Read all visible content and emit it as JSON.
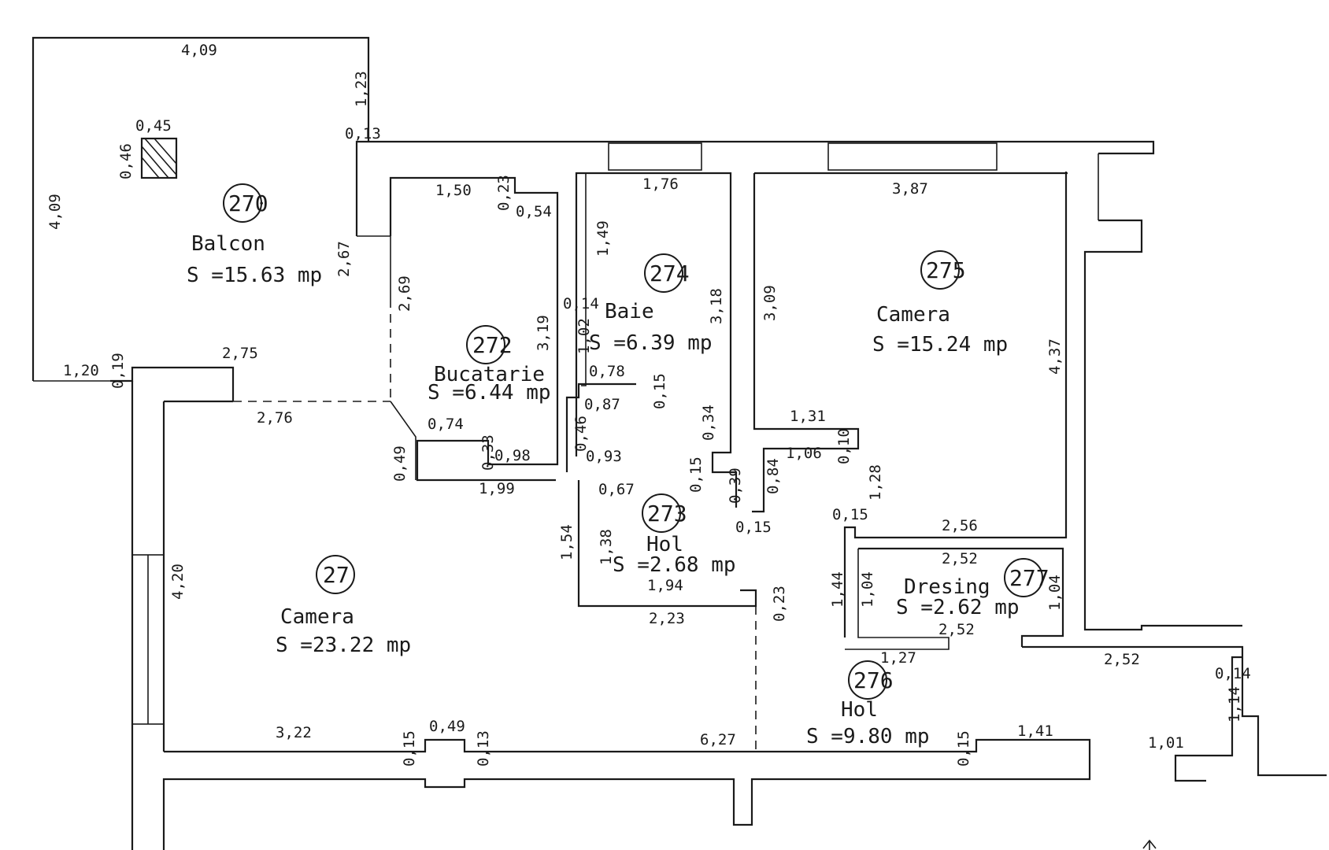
{
  "rooms": {
    "balcon": {
      "number": "270",
      "name": "Balcon",
      "area": "S =15.63 mp"
    },
    "camera27": {
      "number": "27",
      "name": "Camera",
      "area": "S =23.22 mp"
    },
    "bucatarie": {
      "number": "272",
      "name": "Bucatarie",
      "area": "S =6.44 mp"
    },
    "hol273": {
      "number": "273",
      "name": "Hol",
      "area": "S =2.68 mp"
    },
    "baie": {
      "number": "274",
      "name": "Baie",
      "area": "S =6.39 mp"
    },
    "camera275": {
      "number": "275",
      "name": "Camera",
      "area": "S =15.24 mp"
    },
    "hol276": {
      "number": "276",
      "name": "Hol",
      "area": "S =9.80 mp"
    },
    "dresing": {
      "number": "277",
      "name": "Dresing",
      "area": "S =2.62 mp"
    }
  },
  "dimensions": {
    "d409_top": "4,09",
    "d123": "1,23",
    "d013": "0,13",
    "d045": "0,45",
    "d046": "0,46",
    "d409_left": "4,09",
    "d267": "2,67",
    "d120": "1,20",
    "d019": "0,19",
    "d275": "2,75",
    "d276": "2,76",
    "d150": "1,50",
    "d023": "0,23",
    "d054": "0,54",
    "d269": "2,69",
    "d319": "3,19",
    "d074": "0,74",
    "d033": "0,33",
    "d098": "0,98",
    "d049": "0,49",
    "d199": "1,99",
    "d176": "1,76",
    "d149": "1,49",
    "d318": "3,18",
    "d014": "0,14",
    "d102": "1,02",
    "d078": "0,78",
    "d015a": "0,15",
    "d087": "0,87",
    "d046b": "0,46",
    "d093": "0,93",
    "d067": "0,67",
    "d034": "0,34",
    "d015b": "0,15",
    "d039": "0,39",
    "d015c": "0,15",
    "d138": "1,38",
    "d154": "1,54",
    "d194": "1,94",
    "d223": "2,23",
    "d023b": "0,23",
    "d387": "3,87",
    "d309": "3,09",
    "d437": "4,37",
    "d131": "1,31",
    "d106": "1,06",
    "d010": "0,10",
    "d084": "0,84",
    "d128": "1,28",
    "d015d": "0,15",
    "d256": "2,56",
    "d252a": "2,52",
    "d144": "1,44",
    "d104a": "1,04",
    "d104b": "1,04",
    "d252b": "2,52",
    "d127": "1,27",
    "d252c": "2,52",
    "d014b": "0,14",
    "d114": "1,14",
    "d420": "4,20",
    "d322": "3,22",
    "d015e": "0,15",
    "d049b": "0,49",
    "d013b": "0,13",
    "d627": "6,27",
    "d015f": "0,15",
    "d141": "1,41",
    "d101": "1,01"
  },
  "colors": {
    "ink": "#1a1a1a",
    "paper": "#ffffff"
  }
}
